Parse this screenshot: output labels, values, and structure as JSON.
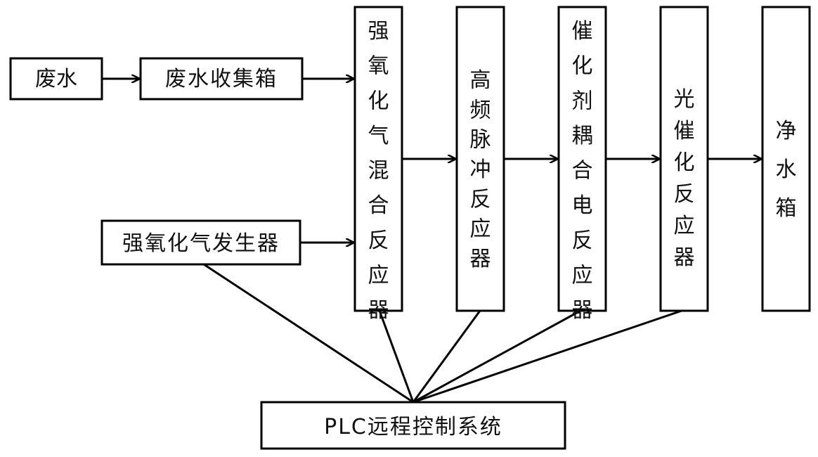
{
  "nodes": {
    "wastewater": "废水",
    "collection_tank": "废水收集箱",
    "oxidant_generator": "强氧化气发生器",
    "mixing_reactor": "强氧化气混合反应器",
    "pulse_reactor": "高频脉冲反应器",
    "catalyst_reactor": "催化剂耦合电反应器",
    "photocatalytic_reactor": "光催化反应器",
    "clean_water_tank": "净水箱",
    "plc_system": "PLC远程控制系统"
  },
  "colors": {
    "stroke": "#000000",
    "text": "#111111",
    "background": "#ffffff"
  }
}
